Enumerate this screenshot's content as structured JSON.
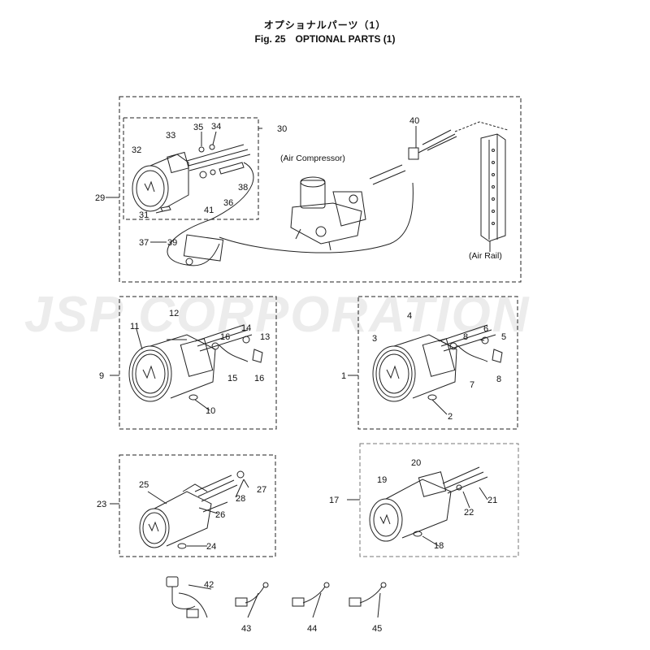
{
  "header": {
    "title_jp": "オプショナルパーツ（1）",
    "title_en": "Fig. 25　OPTIONAL PARTS (1)"
  },
  "watermark": "JSP CORPORATION",
  "labels": {
    "air_compressor": "(Air Compressor)",
    "air_rail": "(Air Rail)"
  },
  "part_numbers": {
    "p1": "1",
    "p2": "2",
    "p3": "3",
    "p4": "4",
    "p5": "5",
    "p6": "6",
    "p7": "7",
    "p8a": "8",
    "p8b": "8",
    "p9": "9",
    "p10": "10",
    "p11": "11",
    "p12": "12",
    "p13": "13",
    "p14": "14",
    "p15": "15",
    "p16a": "16",
    "p16b": "16",
    "p17": "17",
    "p18": "18",
    "p19": "19",
    "p20": "20",
    "p21": "21",
    "p22": "22",
    "p23": "23",
    "p24": "24",
    "p25": "25",
    "p26": "26",
    "p27": "27",
    "p28": "28",
    "p29": "29",
    "p30": "30",
    "p31": "31",
    "p32": "32",
    "p33": "33",
    "p34": "34",
    "p35": "35",
    "p36": "36",
    "p37": "37",
    "p38": "38",
    "p39": "39",
    "p40": "40",
    "p41": "41",
    "p42": "42",
    "p43": "43",
    "p44": "44",
    "p45": "45"
  },
  "colors": {
    "line": "#222222",
    "dashed": "#333333",
    "watermark": "#ececec"
  }
}
